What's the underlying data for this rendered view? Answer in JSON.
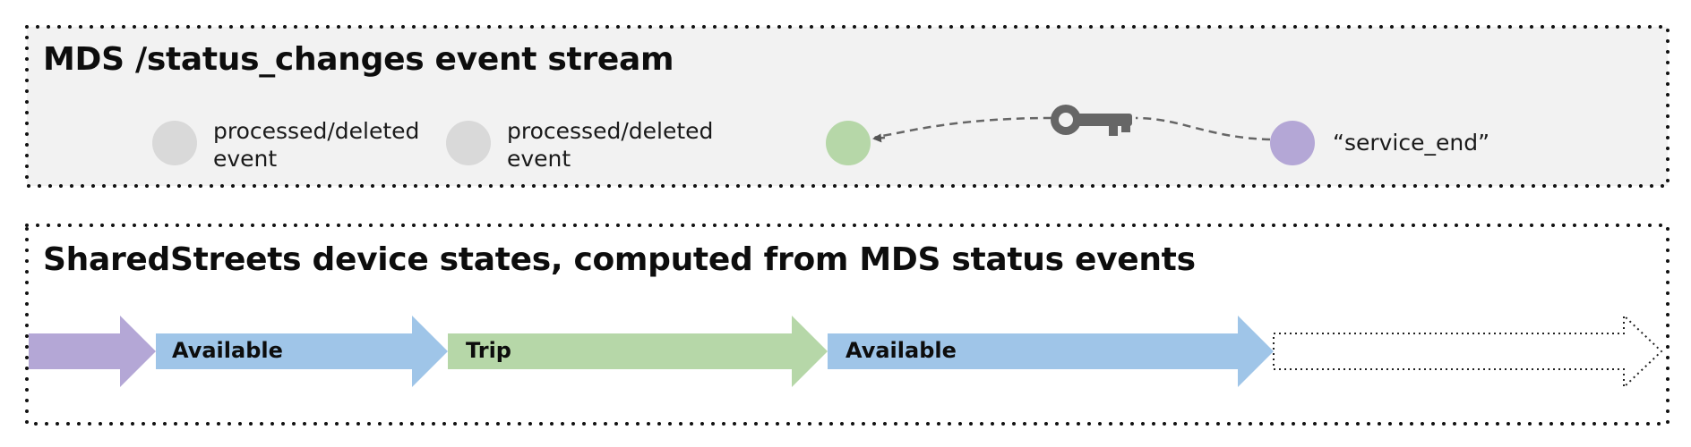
{
  "event_stream": {
    "title": "MDS /status_changes event stream",
    "background": "#f2f2f2",
    "events": [
      {
        "label": "processed/deleted event",
        "label_line1": "processed/deleted",
        "label_line2": "event",
        "color": "#d9d9d9"
      },
      {
        "label": "processed/deleted event",
        "label_line1": "processed/deleted",
        "label_line2": "event",
        "color": "#d9d9d9"
      },
      {
        "label": "",
        "color": "#b6d7a8"
      },
      {
        "label": "“service_end”",
        "color": "#b4a7d6"
      }
    ],
    "connector": {
      "icon": "key-icon",
      "style": "dashed",
      "color": "#666666",
      "direction": "from-service_end-to-green-event"
    }
  },
  "device_states": {
    "title": "SharedStreets device states, computed from MDS status events",
    "states": [
      {
        "label": "",
        "color": "#b4a7d6"
      },
      {
        "label": "Available",
        "color": "#9fc5e8"
      },
      {
        "label": "Trip",
        "color": "#b6d7a8"
      },
      {
        "label": "Available",
        "color": "#9fc5e8"
      },
      {
        "label": "",
        "color": "#ffffff",
        "style": "dotted-outline"
      }
    ]
  }
}
